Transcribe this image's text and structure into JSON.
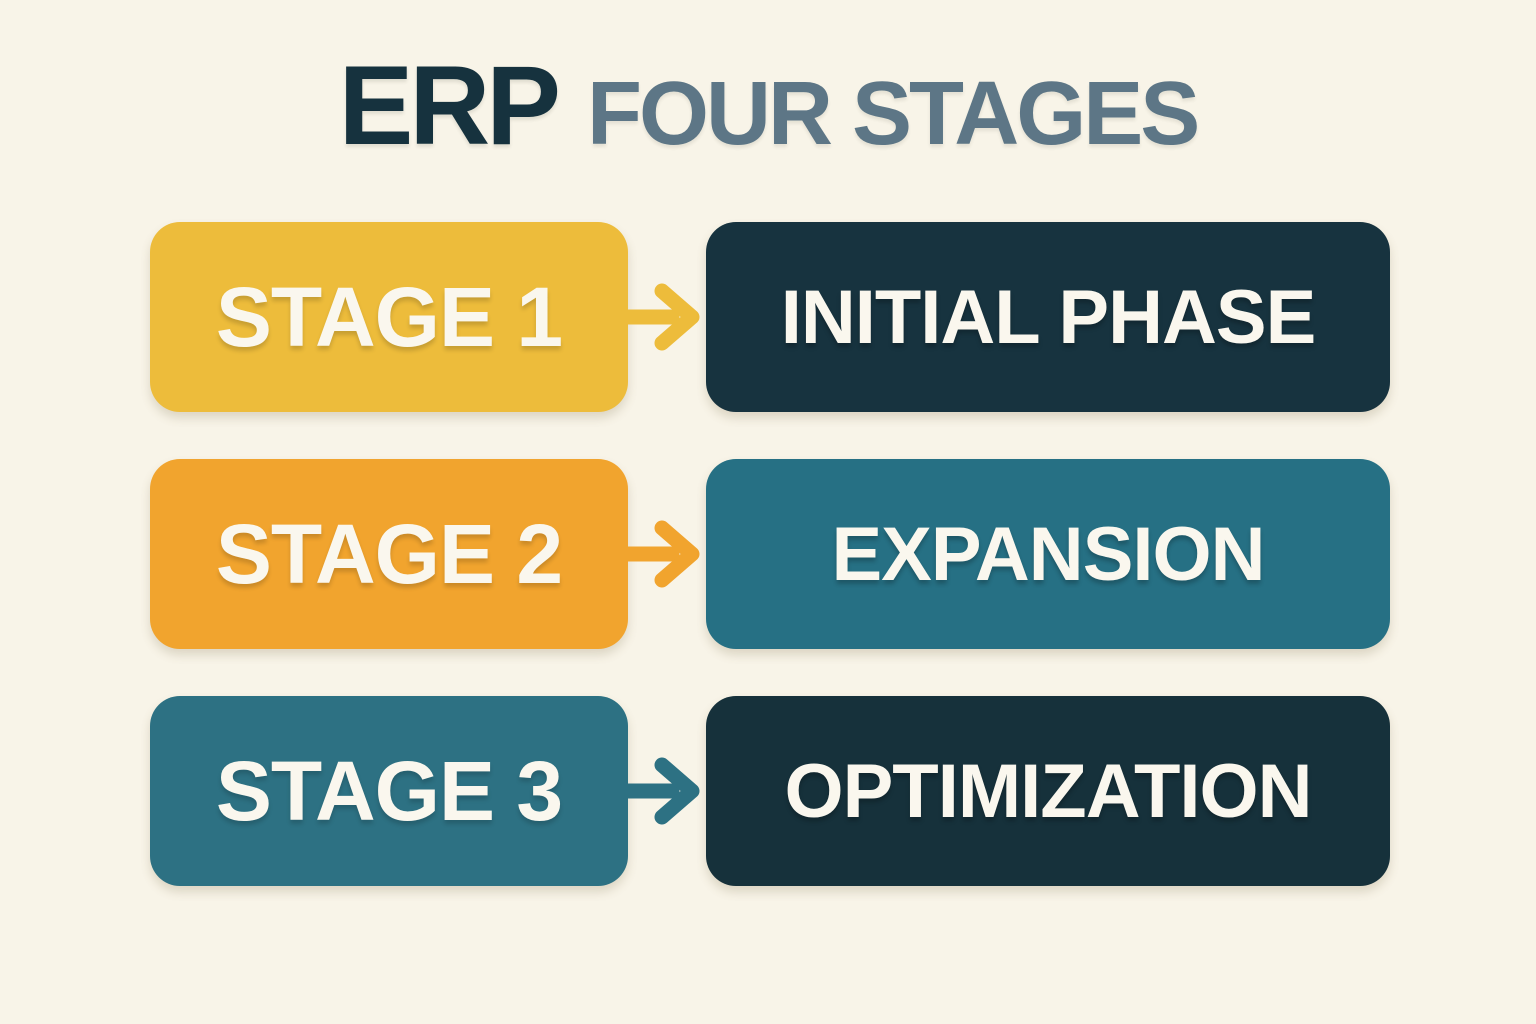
{
  "title": {
    "primary": "ERP",
    "secondary": "FOUR STAGES"
  },
  "rows": [
    {
      "stage_label": "STAGE 1",
      "phase_label": "INITIAL PHASE",
      "stage_color": "#EDBC3B",
      "phase_color": "#17333F",
      "arrow_color": "#EDBC3B",
      "arrow_icon": "arrow-right"
    },
    {
      "stage_label": "STAGE 2",
      "phase_label": "EXPANSION",
      "stage_color": "#F1A42E",
      "phase_color": "#267084",
      "arrow_color": "#F1A42E",
      "arrow_icon": "arrow-right"
    },
    {
      "stage_label": "STAGE 3",
      "phase_label": "OPTIMIZATION",
      "stage_color": "#2D7183",
      "phase_color": "#16313B",
      "arrow_color": "#2D7183",
      "arrow_icon": "arrow-right"
    }
  ],
  "colors": {
    "background": "#F8F4E8",
    "title_primary": "#16323E",
    "title_secondary": "#5D7686",
    "box_text": "#FAF7EE"
  }
}
